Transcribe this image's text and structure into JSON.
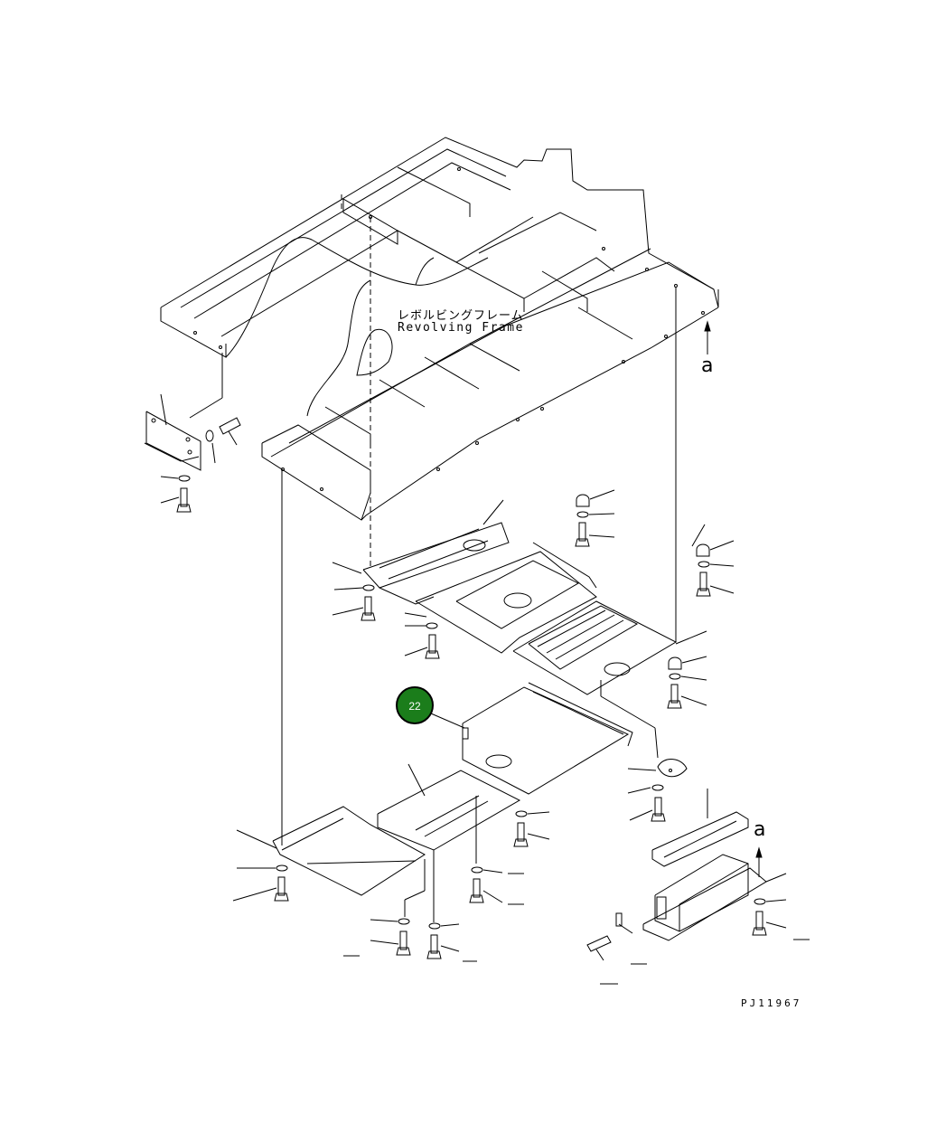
{
  "labels": {
    "frame_jp": "レボルビングフレーム",
    "frame_en": "Revolving Frame",
    "view_arrow_top": "a",
    "view_arrow_bottom": "a",
    "drawing_code": "PJ11967"
  },
  "callouts": [
    {
      "id": "22",
      "color": "#1b7d1b"
    }
  ],
  "icons": {
    "view-arrow": "arrow-up"
  }
}
